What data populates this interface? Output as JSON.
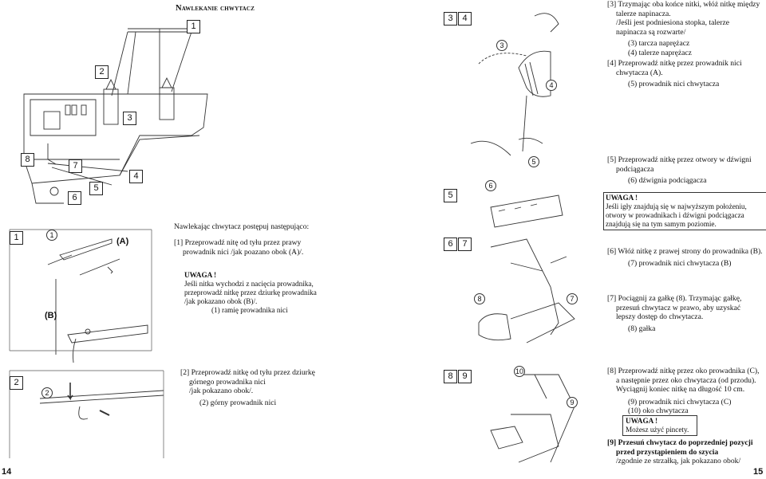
{
  "left": {
    "title": "Nawlekanie chwytacz",
    "intro": "Nawlekając chwytacz postępuj następująco:",
    "step1_line1": "[1] Przeprowadź nitę od tyłu przez prawy",
    "step1_line2": "prowadnik nici /jak poazano obok (A)/.",
    "warn_label": "UWAGA !",
    "warn_line1": "Jeśli nitka wychodzi z nacięcia prowadnika,",
    "warn_line2": "przeprowadź nitkę przez dziurkę prowadnika",
    "warn_line3": "/jak pokazano obok (B)/.",
    "part1": "(1) ramię prowadnika nici",
    "step2_line1": "[2] Przeprowadź nitkę od tyłu przez dziurkę",
    "step2_line2": "górnego prowadnika nici",
    "step2_line3": "/jak pokazano obok/.",
    "part2": "(2) górny prowadnik nici",
    "label_A": "(A)",
    "label_B": "(B)",
    "page_number": "14"
  },
  "right": {
    "step3_line1": "[3] Trzymając oba końce nitki, włóż nitkę między",
    "step3_line2": "talerze napinacza.",
    "step3_line3": "/Jeśli jest podniesiona stopka, talerze",
    "step3_line4": "napinacza są rozwarte/",
    "part3": "(3) tarcza naprężacz",
    "part4": "(4) talerze naprężacz",
    "step4_line1": "[4] Przeprowadź nitkę przez prowadnik nici",
    "step4_line2": "chwytacza (A).",
    "part5": "(5) prowadnik nici chwytacza",
    "step5_line1": "[5] Przeprowadź nitkę przez otwory w dźwigni",
    "step5_line2": "podciągacza",
    "part6": "(6) dźwignia podciągacza",
    "warn_label": "UWAGA !",
    "warn_line1": "Jeśli igły znajdują się w najwyższym położeniu,",
    "warn_line2": "otwory w prowadnikach i dźwigni podciągacza",
    "warn_line3": "znajdują się na tym samym poziomie.",
    "step6_line1": "[6] Włóż nitkę z prawej strony do prowadnika (B).",
    "part7": "(7) prowadnik nici chwytacza (B)",
    "step7_line1": "[7] Pociągnij za gałkę (8). Trzymając gałkę,",
    "step7_line2": "przesuń chwytacz w prawo, aby uzyskać",
    "step7_line3": "lepszy dostęp do chwytacza.",
    "part8": "(8) gałka",
    "step8_line1": "[8] Przeprowadź nitkę przez oko prowadnika (C),",
    "step8_line2": "a następnie przez oko chwytacza (od przodu).",
    "step8_line3": "Wyciągnij koniec nitkę na długość 10 cm.",
    "part9": "(9)  prowadnik nici chwytacza (C)",
    "part10": "(10) oko chwytacza",
    "warn2_label": "UWAGA !",
    "warn2_text": "Możesz użyć pincety.",
    "step9_line1": "[9] Przesuń chwytacz do poprzedniej pozycji",
    "step9_line2": "przed przystąpieniem do szycia",
    "step9_line3": "/zgodnie ze strzałką, jak pokazano obok/",
    "page_number": "15"
  },
  "callouts": {
    "n1": "1",
    "n2": "2",
    "n3": "3",
    "n4": "4",
    "n5": "5",
    "n6": "6",
    "n7": "7",
    "n8": "8",
    "n9": "9",
    "n10": "10"
  }
}
